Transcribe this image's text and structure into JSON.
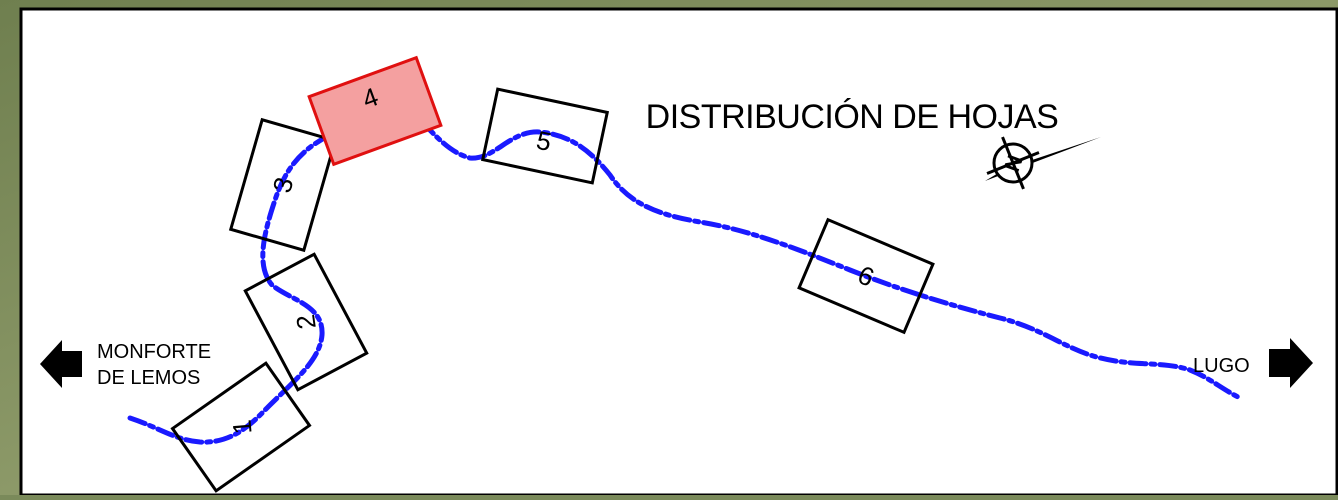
{
  "title": "DISTRIBUCIÓN DE HOJAS",
  "sheets": [
    {
      "label": "1",
      "highlighted": false
    },
    {
      "label": "2",
      "highlighted": false
    },
    {
      "label": "3",
      "highlighted": false
    },
    {
      "label": "4",
      "highlighted": true
    },
    {
      "label": "5",
      "highlighted": false
    },
    {
      "label": "6",
      "highlighted": false
    }
  ],
  "destinations": {
    "left_line1": "MONFORTE",
    "left_line2": "DE LEMOS",
    "right": "LUGO"
  },
  "compass": {
    "letter": "N"
  },
  "colors": {
    "route": "#1a1aff",
    "highlight_fill": "#f4a0a0",
    "highlight_stroke": "#e01010",
    "frame": "#000000",
    "background_texture": "#7a8a5a"
  }
}
